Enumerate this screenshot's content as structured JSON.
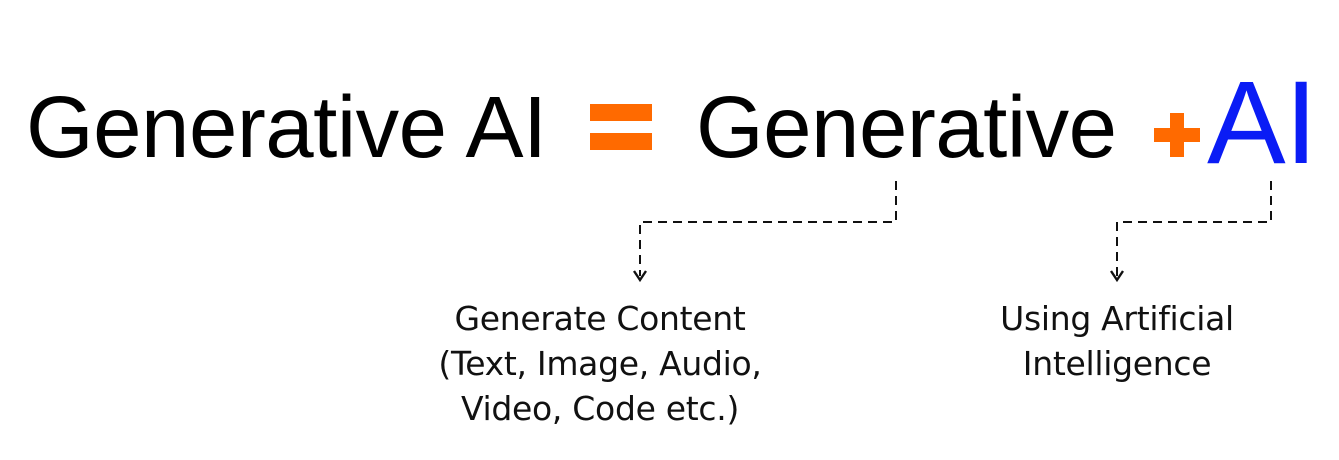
{
  "equation": {
    "lhs": "Generative AI",
    "equals_symbol": "=",
    "term1": "Generative",
    "plus_symbol": "+",
    "term2": "AI"
  },
  "annotations": [
    {
      "target": "Generative",
      "lines": [
        "Generate Content",
        "(Text, Image, Audio,",
        "Video, Code etc.)"
      ]
    },
    {
      "target": "AI",
      "lines": [
        "Using Artificial",
        "Intelligence"
      ]
    }
  ],
  "colors": {
    "text": "#000000",
    "operator": "#ff6a00",
    "ai_accent": "#0a1cf5",
    "background": "#ffffff",
    "connector": "#111111"
  }
}
